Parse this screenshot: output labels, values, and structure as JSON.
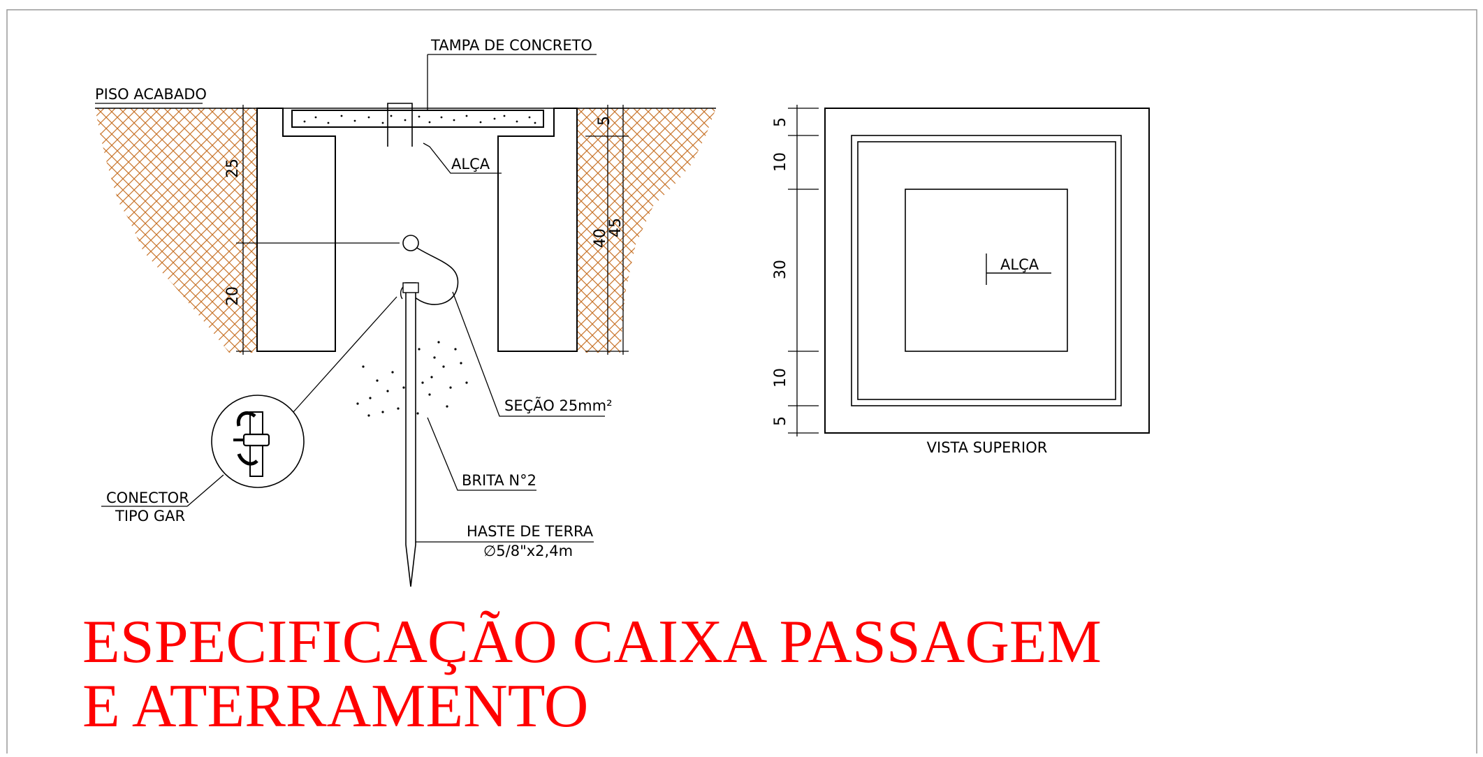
{
  "section_view": {
    "labels": {
      "tampa": "TAMPA DE CONCRETO",
      "piso": "PISO ACABADO",
      "alca": "ALÇA",
      "secao": "SEÇÃO 25mm²",
      "brita": "BRITA N°2",
      "haste_line1": "HASTE DE TERRA",
      "haste_line2": "∅5/8\"x2,4m",
      "conector_line1": "CONECTOR",
      "conector_line2": "TIPO GAR"
    },
    "dims": {
      "d25": "25",
      "d20": "20",
      "d5": "5",
      "d40": "40",
      "d45": "45"
    }
  },
  "top_view": {
    "label": "VISTA SUPERIOR",
    "alca": "ALÇA",
    "dims": {
      "d5_top": "5",
      "d10_top": "10",
      "d30": "30",
      "d10_bottom": "10",
      "d5_bottom": "5"
    }
  },
  "title": {
    "line1": "ESPECIFICAÇÃO CAIXA PASSAGEM",
    "line2": "E ATERRAMENTO"
  },
  "colors": {
    "hatch": "#c8742a",
    "title": "#ff0000",
    "line": "#000000"
  }
}
